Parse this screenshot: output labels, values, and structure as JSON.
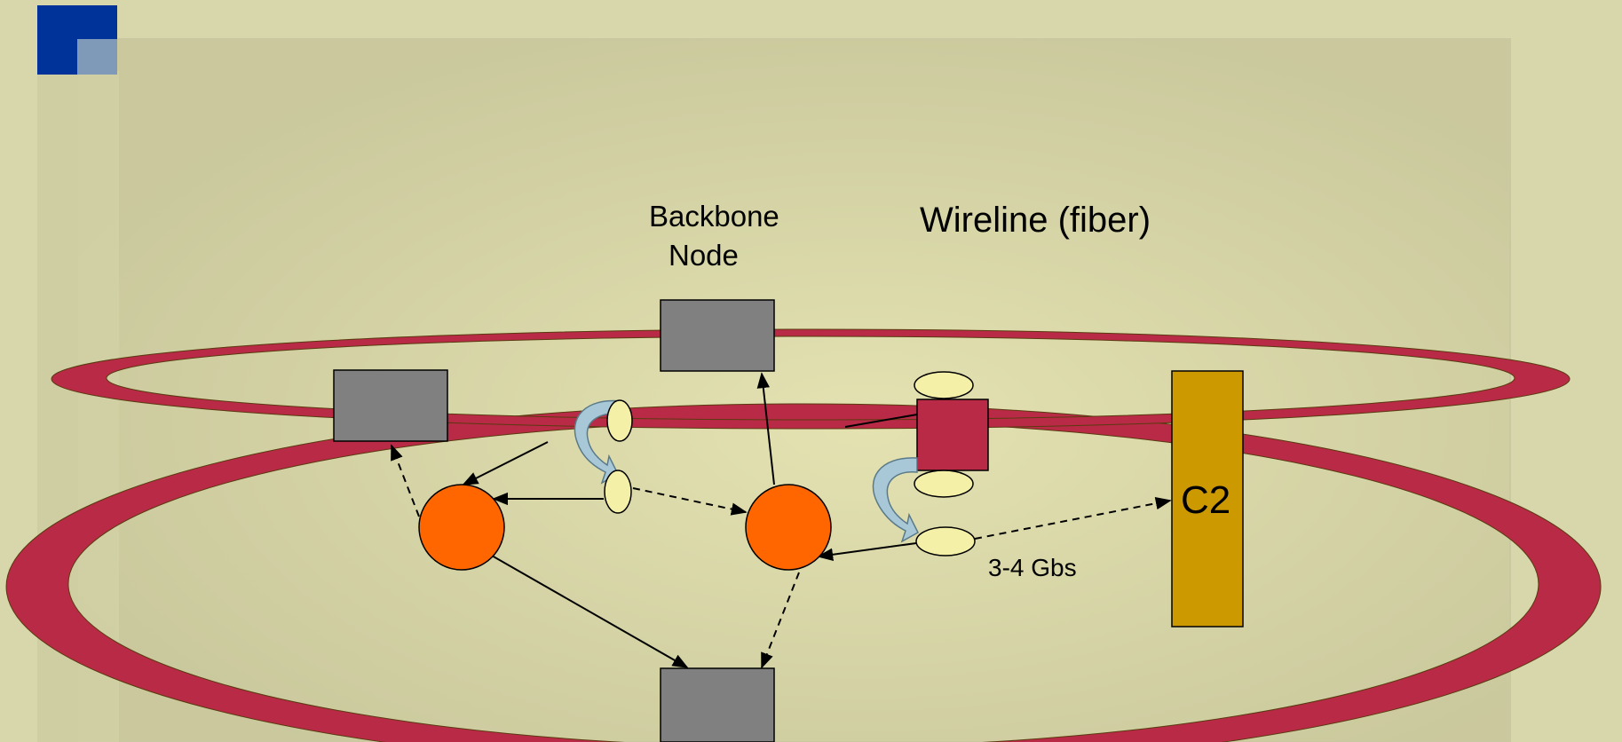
{
  "labels": {
    "backbone_line1": "Backbone",
    "backbone_line2": "Node",
    "wireline": "Wireline (fiber)",
    "bandwidth": "3-4 Gbs",
    "c2": "C2"
  },
  "colors": {
    "background": "#d8d6ab",
    "ring": "#b82a45",
    "ring_outline": "#5a3a10",
    "backbone_node": "#808080",
    "access_node": "#ff6600",
    "packet": "#f4f0a8",
    "router": "#b82a45",
    "c2_box": "#cc9900",
    "curved_arrow": "#a8c8d8",
    "corner_dark": "#003399",
    "corner_light": "#7f99b8"
  },
  "icons": [
    "corner-logo-icon",
    "curved-arrow-icon"
  ]
}
